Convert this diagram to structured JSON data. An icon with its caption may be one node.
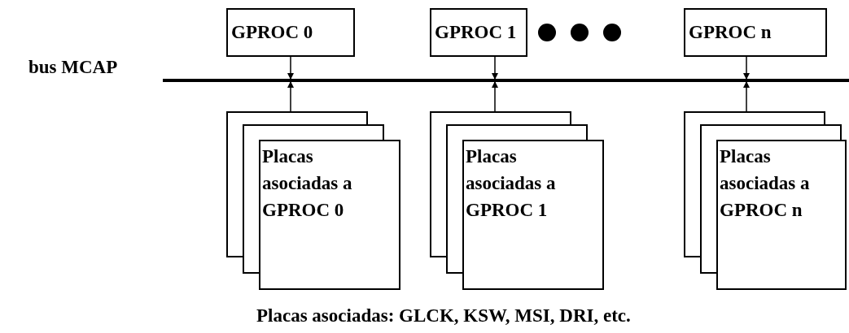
{
  "diagram": {
    "nodes": [
      {
        "text": [
          "GPROC 0"
        ]
      },
      {
        "text": [
          "GPROC 1"
        ]
      },
      {
        "text": [
          "GPROC n"
        ]
      },
      {
        "text": [],
        "shape": "bar",
        "beside": [
          "bus MCAP"
        ]
      },
      {
        "text": [
          "Placas asociadas a GPROC 0"
        ]
      },
      {
        "text": [
          "Placas asociadas a GPROC 1"
        ]
      },
      {
        "text": [
          "Placas asociadas a GPROC n"
        ]
      }
    ],
    "edges": [
      {
        "from": 0,
        "to": 3,
        "arrow": "to"
      },
      {
        "from": 4,
        "to": 3,
        "arrow": "to"
      },
      {
        "from": 1,
        "to": 3,
        "arrow": "to"
      },
      {
        "from": 5,
        "to": 3,
        "arrow": "to"
      },
      {
        "from": 2,
        "to": 3,
        "arrow": "to"
      },
      {
        "from": 6,
        "to": 3,
        "arrow": "to"
      }
    ],
    "labels": [
      "Placas asociadas: GLCK, KSW, MSI, DRI, etc."
    ]
  }
}
